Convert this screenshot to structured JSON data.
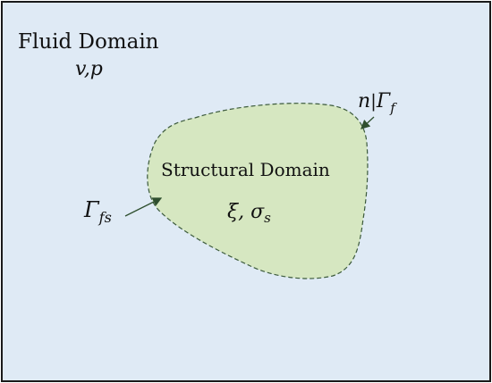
{
  "colors": {
    "fluid_background": "#dfeaf5",
    "border": "#1a1a1a",
    "structure_fill": "#d6e7c1",
    "structure_outline": "#3c5a3c",
    "text": "#111111",
    "arrow": "#2f4f2f"
  },
  "fluid": {
    "label": "Fluid Domain",
    "variables": "v,p"
  },
  "structure": {
    "label": "Structural Domain",
    "variables": "ξ, σ",
    "variables_subscript": "s"
  },
  "interface": {
    "symbol": "Γ",
    "subscript": "fs"
  },
  "normal": {
    "symbol": "n",
    "separator": "|",
    "boundary_symbol": "Γ",
    "boundary_subscript": "f"
  }
}
